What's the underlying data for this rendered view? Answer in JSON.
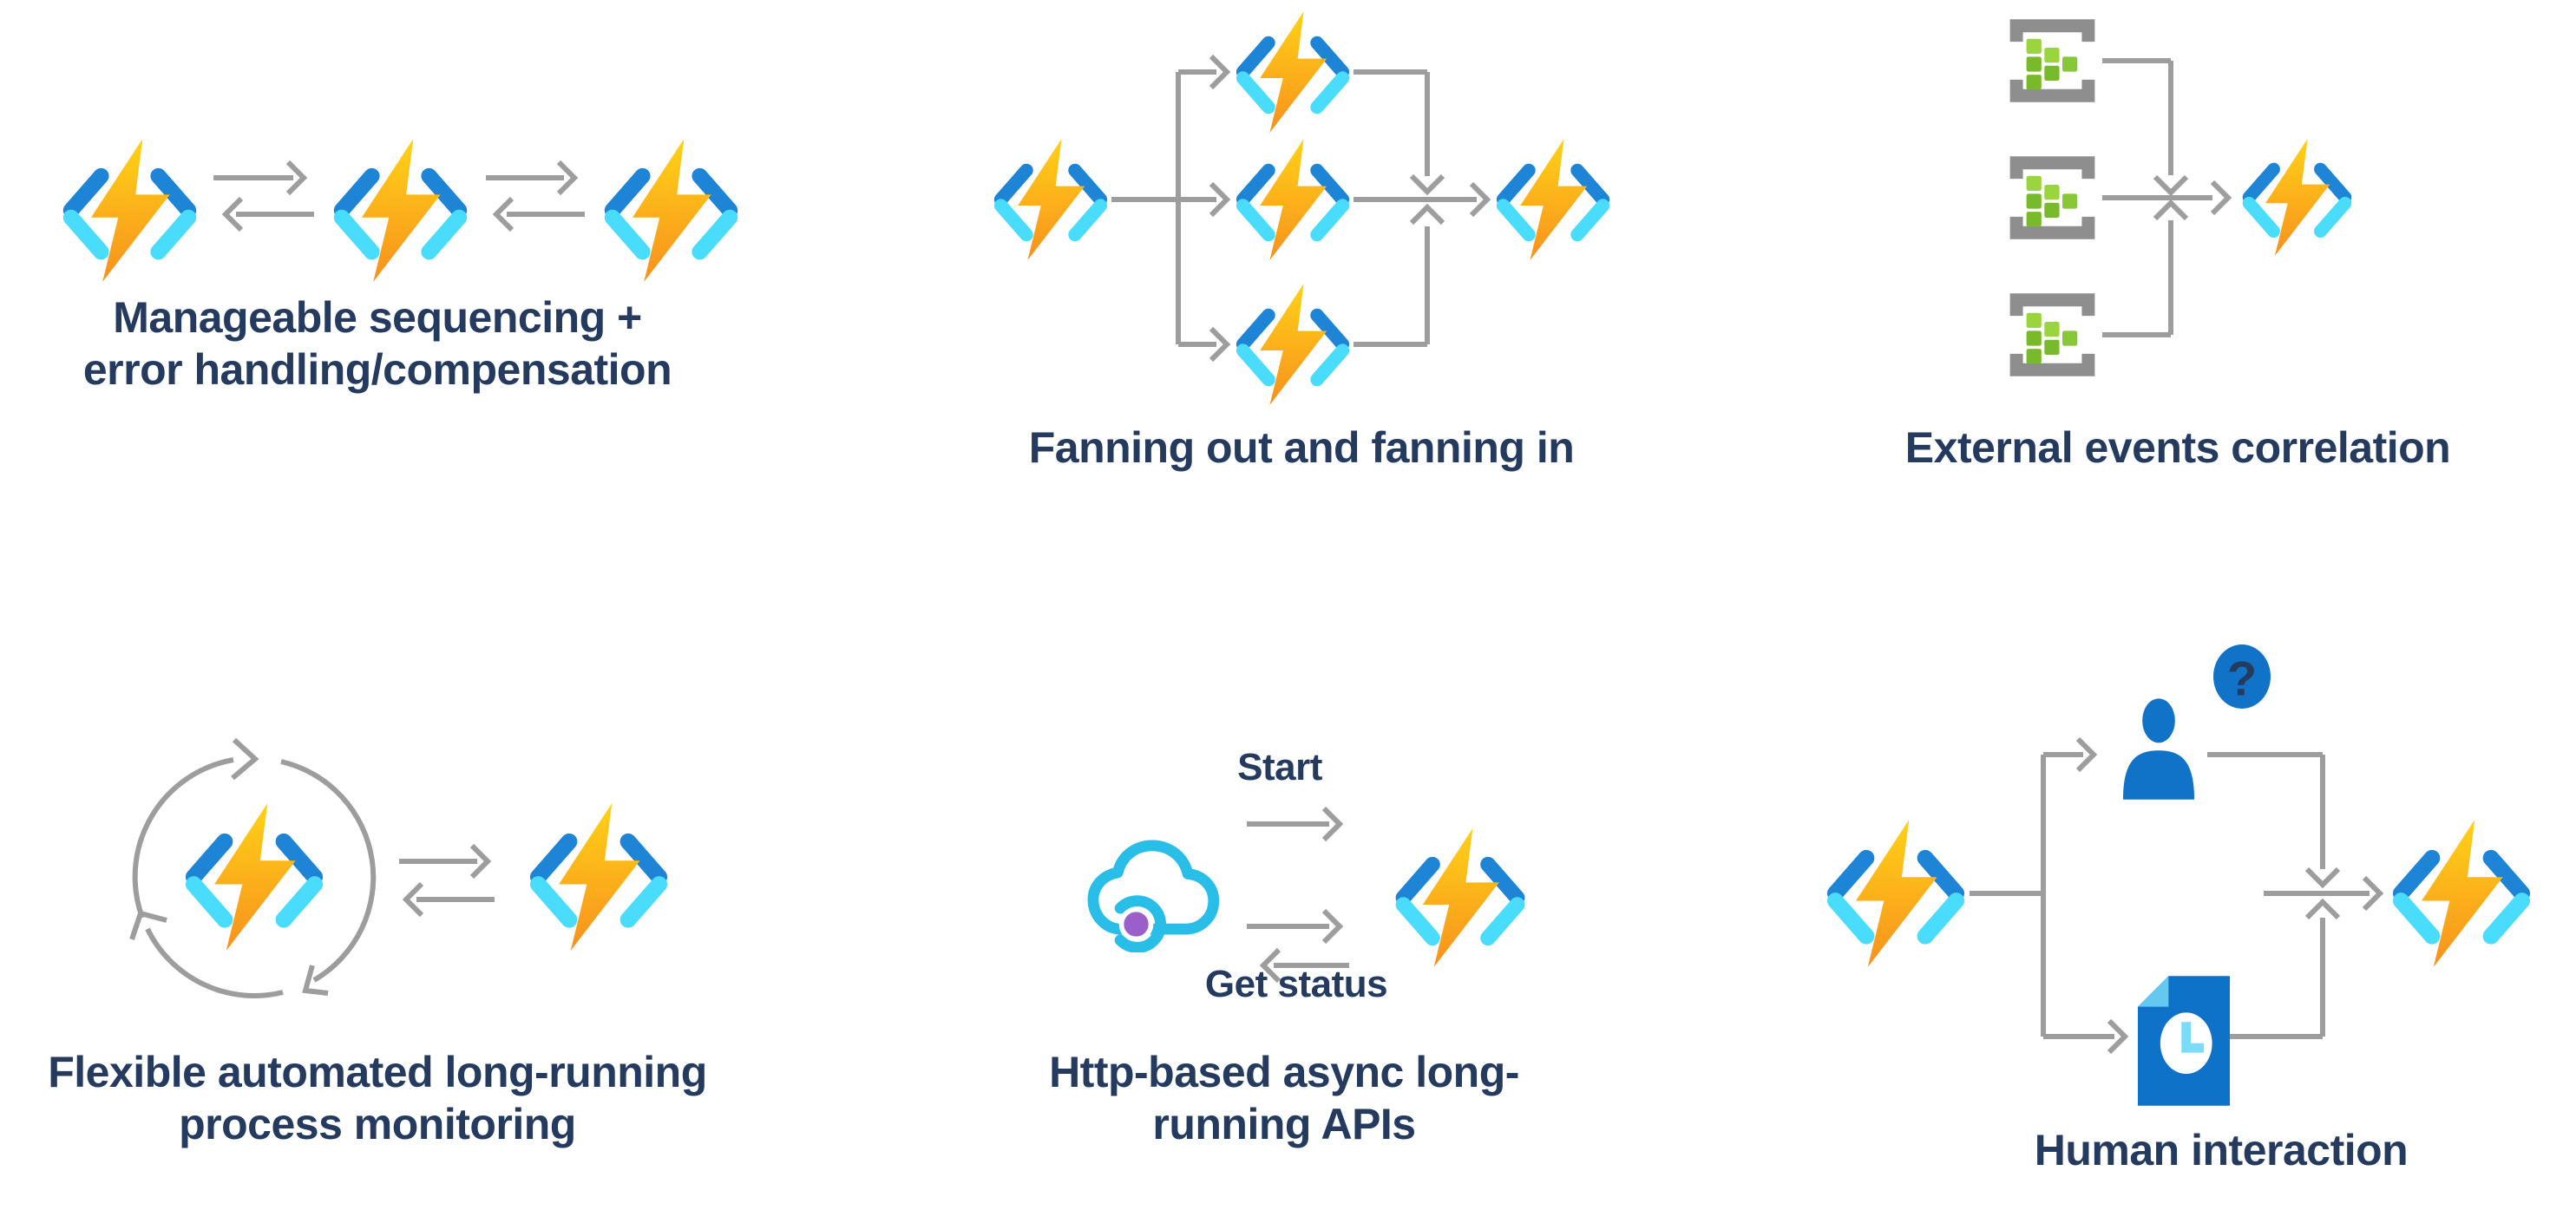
{
  "colors": {
    "label_navy": "#243A5E",
    "arrow_gray": "#9D9D9D",
    "bracket_blue": "#1E84D6",
    "bracket_cyan": "#4ADCFC",
    "function_bolt_top": "#FFD216",
    "function_bolt_bottom": "#F8911E",
    "event_bracket_gray": "#8E8E8E",
    "event_green_light": "#9BD53D",
    "event_green_dark": "#79BA2C",
    "event_green_mid": "#88C838",
    "person_blue": "#1173C7",
    "doc_blue": "#0E72C8",
    "doc_fold": "#64C8F0",
    "clock_hands": "#7ADCF8",
    "cloud_cyan": "#29BEE8",
    "dot_purple": "#9A5FC9"
  },
  "icons": {
    "azure_function": "lightning-bolt-in-angle-brackets",
    "event_source": "bracketed-green-squares",
    "monitor_cycle": "circular-arrows",
    "http_cloud": "cloud-with-purple-dot",
    "person": "user-silhouette",
    "question_badge": "question-mark-bubble",
    "document_clock": "document-with-clock"
  },
  "panels": {
    "sequencing": {
      "label_line1": "Manageable sequencing +",
      "label_line2": "error handling/compensation"
    },
    "fan_out_in": {
      "label": "Fanning out and fanning in"
    },
    "external_events": {
      "label": "External events correlation"
    },
    "monitoring": {
      "label_line1": "Flexible automated long-running",
      "label_line2": "process monitoring"
    },
    "http_async": {
      "label_line1": "Http-based async long-",
      "label_line2": "running APIs",
      "start_arrow_label": "Start",
      "status_arrow_label": "Get status"
    },
    "human_interaction": {
      "label": "Human interaction",
      "question_badge": "?"
    }
  }
}
